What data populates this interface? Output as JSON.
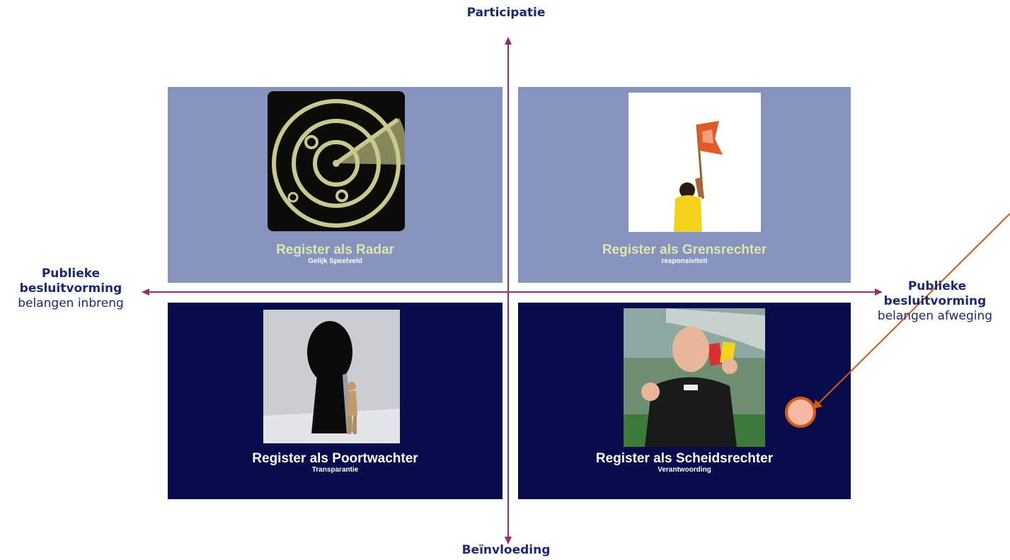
{
  "axes": {
    "top": "Participatie",
    "bottom": "Beïnvloeding",
    "left": {
      "line1": "Publieke",
      "line2": "besluitvorming",
      "line3": "belangen inbreng"
    },
    "right": {
      "line1": "Publieke",
      "line2": "besluitvorming",
      "line3": "belangen afweging"
    }
  },
  "quadrants": {
    "top_left": {
      "title": "Register als Radar",
      "subtitle": "Gelijk Speelveld",
      "image": "radar-icon"
    },
    "top_right": {
      "title": "Register als Grensrechter",
      "subtitle": "responsiviteit",
      "image": "linesman-flag-icon"
    },
    "bottom_left": {
      "title": "Register als Poortwachter",
      "subtitle": "Transparantie",
      "image": "keyhole-icon"
    },
    "bottom_right": {
      "title": "Register als Scheidsrechter",
      "subtitle": "Verantwoording",
      "image": "referee-card-icon"
    }
  },
  "colors": {
    "top_quadrants": "#8593bf",
    "bottom_quadrants": "#070c4c",
    "axis_arrows": "#9b2a6e",
    "axis_labels": "#1b2a78",
    "pointer_line": "#d35a0f",
    "pointer_dot_fill": "#f7b9a4"
  }
}
